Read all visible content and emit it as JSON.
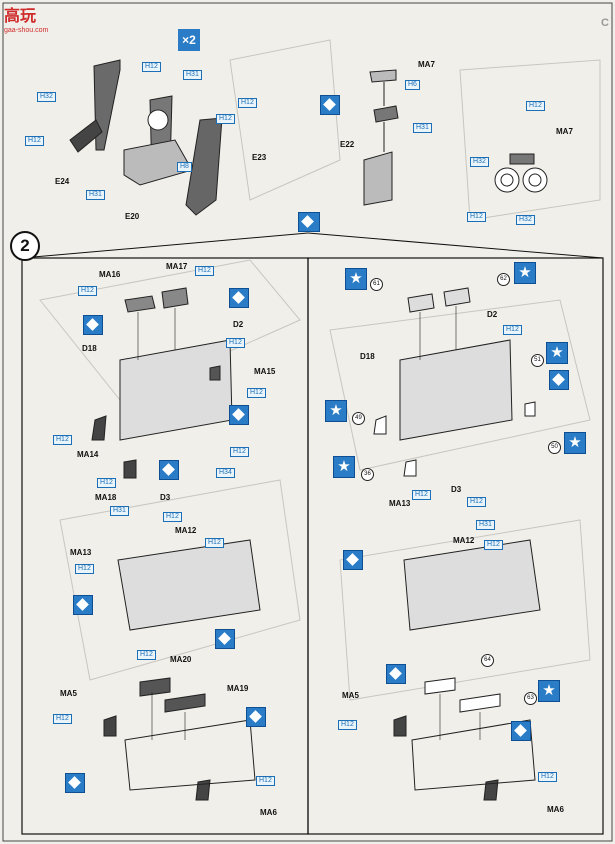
{
  "watermark": {
    "main": "高玩",
    "sub": "gaa-shou.com"
  },
  "corner_code": "C",
  "step": {
    "number": "2",
    "multiplier": "×2"
  },
  "top_left": {
    "labels": [
      "E24",
      "E20",
      "E23"
    ],
    "hboxes": [
      "H12",
      "H31",
      "H32",
      "H12",
      "H8",
      "H12",
      "H31",
      "H12"
    ]
  },
  "top_mid": {
    "labels": [
      "MA7",
      "E22"
    ],
    "hboxes": [
      "H6",
      "H31"
    ]
  },
  "top_right": {
    "labels": [
      "MA7"
    ],
    "hboxes": [
      "H12",
      "H32",
      "H12",
      "H32"
    ]
  },
  "left_panel": {
    "labels": [
      "MA16",
      "MA17",
      "D2",
      "D18",
      "MA15",
      "MA14",
      "MA18",
      "D3",
      "MA12",
      "MA13",
      "MA20",
      "MA19",
      "MA5",
      "MA6"
    ],
    "hboxes": [
      "H12",
      "H12",
      "H12",
      "H12",
      "H12",
      "H12",
      "H12",
      "H34",
      "H31",
      "H12",
      "H12",
      "H12",
      "H12",
      "H12"
    ]
  },
  "right_panel": {
    "labels": [
      "D2",
      "D18",
      "MA13",
      "D3",
      "MA12",
      "MA5",
      "MA6"
    ],
    "hboxes": [
      "H12",
      "H12",
      "H12",
      "H31",
      "H12",
      "H12",
      "H12"
    ],
    "numbers": [
      "61",
      "62",
      "51",
      "49",
      "50",
      "36",
      "64",
      "63"
    ]
  }
}
